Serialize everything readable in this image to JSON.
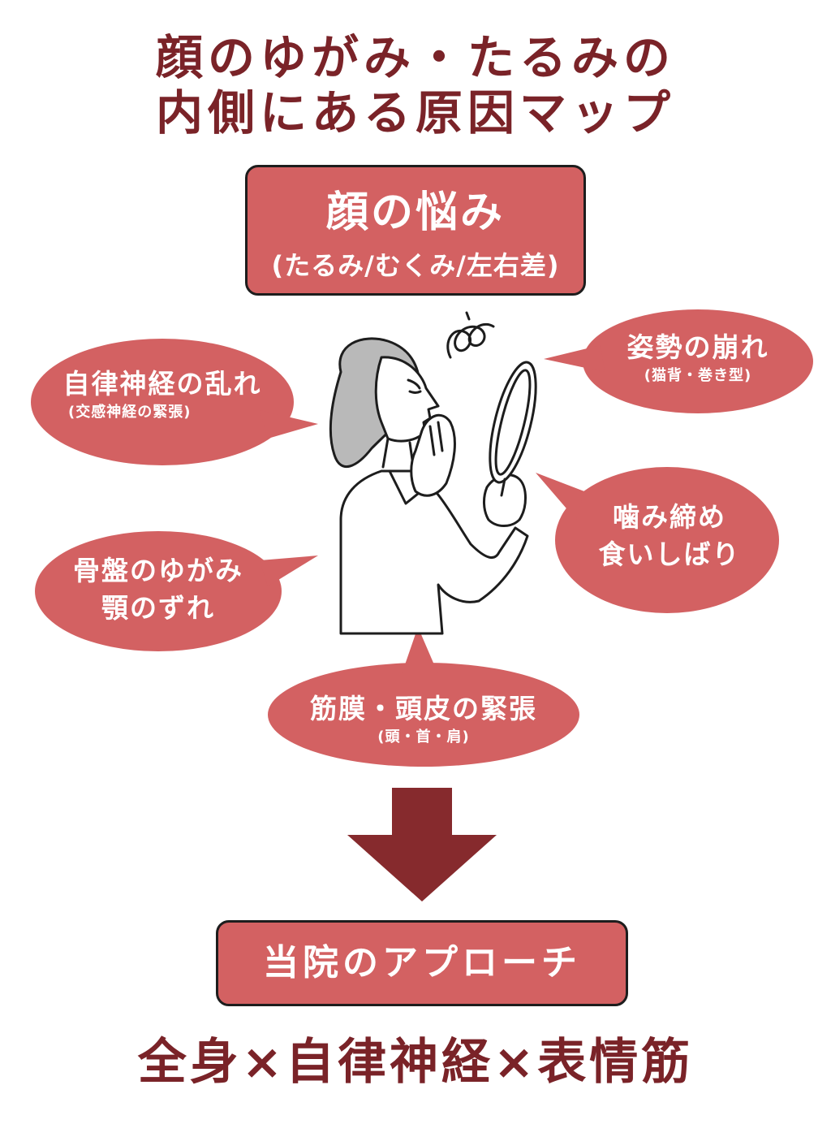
{
  "title": {
    "line1": "顔のゆがみ・たるみの",
    "line2": "内側にある原因マップ"
  },
  "problem_box": {
    "main": "顔の悩み",
    "sub": "(たるみ/むくみ/左右差)"
  },
  "causes": {
    "autonomic": {
      "main": "自律神経の乱れ",
      "sub": "(交感神経の緊張)"
    },
    "posture": {
      "main": "姿勢の崩れ",
      "sub": "(猫背・巻き型)"
    },
    "pelvis": {
      "line1": "骨盤のゆがみ",
      "line2": "顎のずれ"
    },
    "clench": {
      "line1": "噛み締め",
      "line2": "食いしばり"
    },
    "fascia": {
      "main": "筋膜・頭皮の緊張",
      "sub": "(頭・首・肩)"
    }
  },
  "approach_box": {
    "label": "当院のアプローチ"
  },
  "footer": "全身×自律神経×表情筋",
  "colors": {
    "bubble": "#d36162",
    "title_text": "#7a2328",
    "arrow": "#862a2d",
    "outline": "#1d1d1d"
  },
  "icons": [
    "woman-with-mirror-illustration",
    "dizzy-spiral-icon",
    "down-arrow-icon"
  ]
}
